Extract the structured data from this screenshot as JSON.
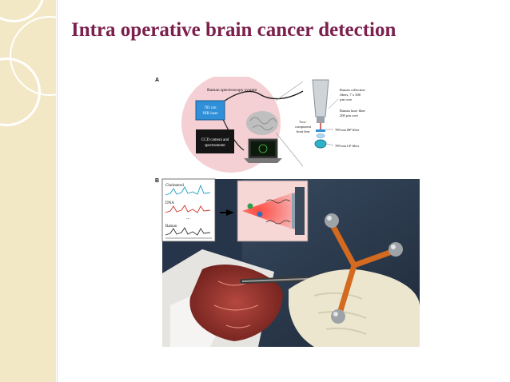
{
  "slide": {
    "title": "Intra operative brain cancer detection"
  },
  "figure": {
    "panel_a": {
      "label": "A",
      "system_title": "Raman spectroscopy system",
      "laser_box": [
        "785 nm",
        "NIR laser"
      ],
      "ccd_box": [
        "CCD camera and",
        "spectrometer"
      ],
      "lens_label": [
        "Two-",
        "component",
        "front lens"
      ],
      "collection_fiber": [
        "Raman collection",
        "fibers, 7 x 300",
        "µm core"
      ],
      "laser_fiber": [
        "Raman laser fiber",
        "200 µm core"
      ],
      "bp_filter": "785-nm BP filter",
      "lp_filter": "785-nm LP filter"
    },
    "panel_b": {
      "label": "B",
      "spectra": [
        "Cholesterol",
        "DNA",
        "Raman"
      ]
    }
  }
}
